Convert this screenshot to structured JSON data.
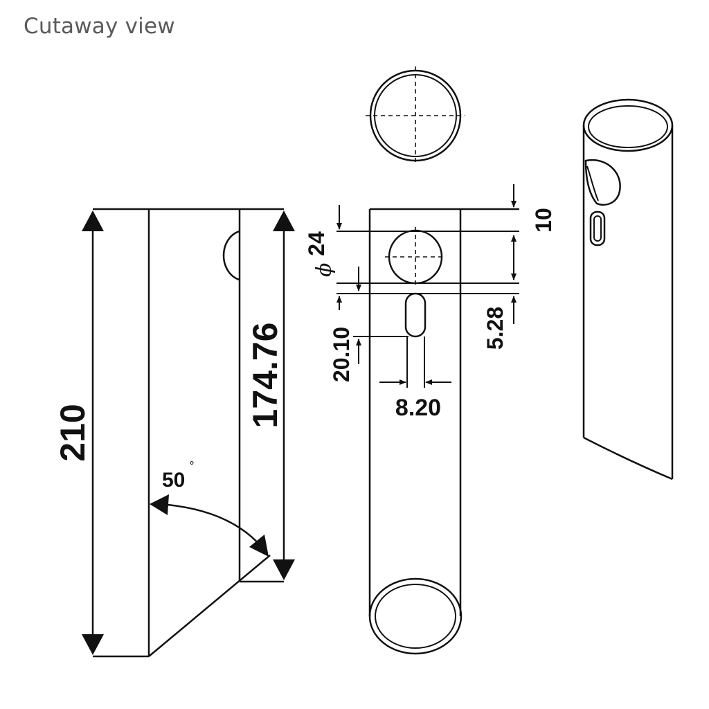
{
  "header": {
    "title": "Cutaway view"
  },
  "dimensions": {
    "total_length": "210",
    "inner_length": "174.76",
    "cut_angle": "50",
    "angle_unit": "°",
    "hole_diameter_symbol": "ϕ",
    "hole_diameter": "24",
    "hole_offset_top": "10",
    "slot_length": "20.10",
    "slot_gap": "5.28",
    "slot_width": "8.20"
  }
}
